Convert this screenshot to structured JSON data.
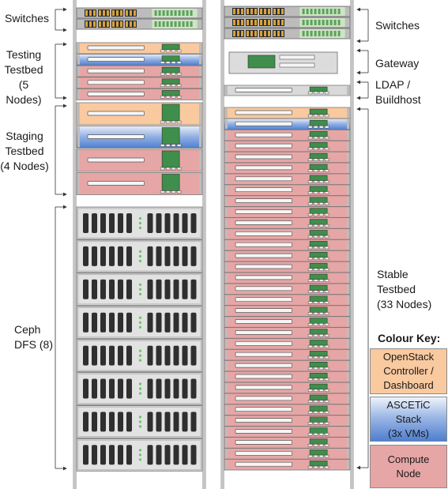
{
  "left_labels": [
    {
      "lines": [
        "Switches"
      ]
    },
    {
      "lines": [
        "Testing",
        "Testbed",
        "(5 Nodes)"
      ]
    },
    {
      "lines": [
        "Staging",
        "Testbed",
        "(4 Nodes)"
      ]
    },
    {
      "lines": [
        "Ceph",
        "DFS (8)"
      ]
    }
  ],
  "right_labels": [
    {
      "lines": [
        "Switches"
      ]
    },
    {
      "lines": [
        "Gateway"
      ]
    },
    {
      "lines": [
        "LDAP /",
        "Buildhost"
      ]
    },
    {
      "lines": [
        "Stable",
        "Testbed",
        "(33 Nodes)"
      ]
    }
  ],
  "colour_key": {
    "title": "Colour Key:",
    "items": [
      {
        "lines": [
          "OpenStack",
          "Controller /",
          "Dashboard"
        ],
        "color": "#f9c9a0"
      },
      {
        "lines": [
          "ASCETiC",
          "Stack",
          "(3x VMs)"
        ],
        "color": "#4f7fcf"
      },
      {
        "lines": [
          "Compute",
          "Node"
        ],
        "color": "#e6a6a6"
      }
    ]
  },
  "colors": {
    "controller": "#f9c9a0",
    "ascetic": "#4f7fcf",
    "compute": "#e6a6a6",
    "grey": "#d9d9d9",
    "rack_frame": "#cfcfcf"
  },
  "racks": {
    "left": {
      "switches": 2,
      "testing_nodes": [
        "controller",
        "ascetic",
        "compute",
        "compute",
        "compute"
      ],
      "staging_nodes": [
        "controller",
        "ascetic",
        "compute",
        "compute"
      ],
      "ceph_units": 8
    },
    "right": {
      "switches": 3,
      "gateway": 1,
      "ldap_buildhost": 1,
      "stable_nodes_controller": 1,
      "stable_nodes_ascetic": 1,
      "stable_nodes_compute": 31
    }
  }
}
